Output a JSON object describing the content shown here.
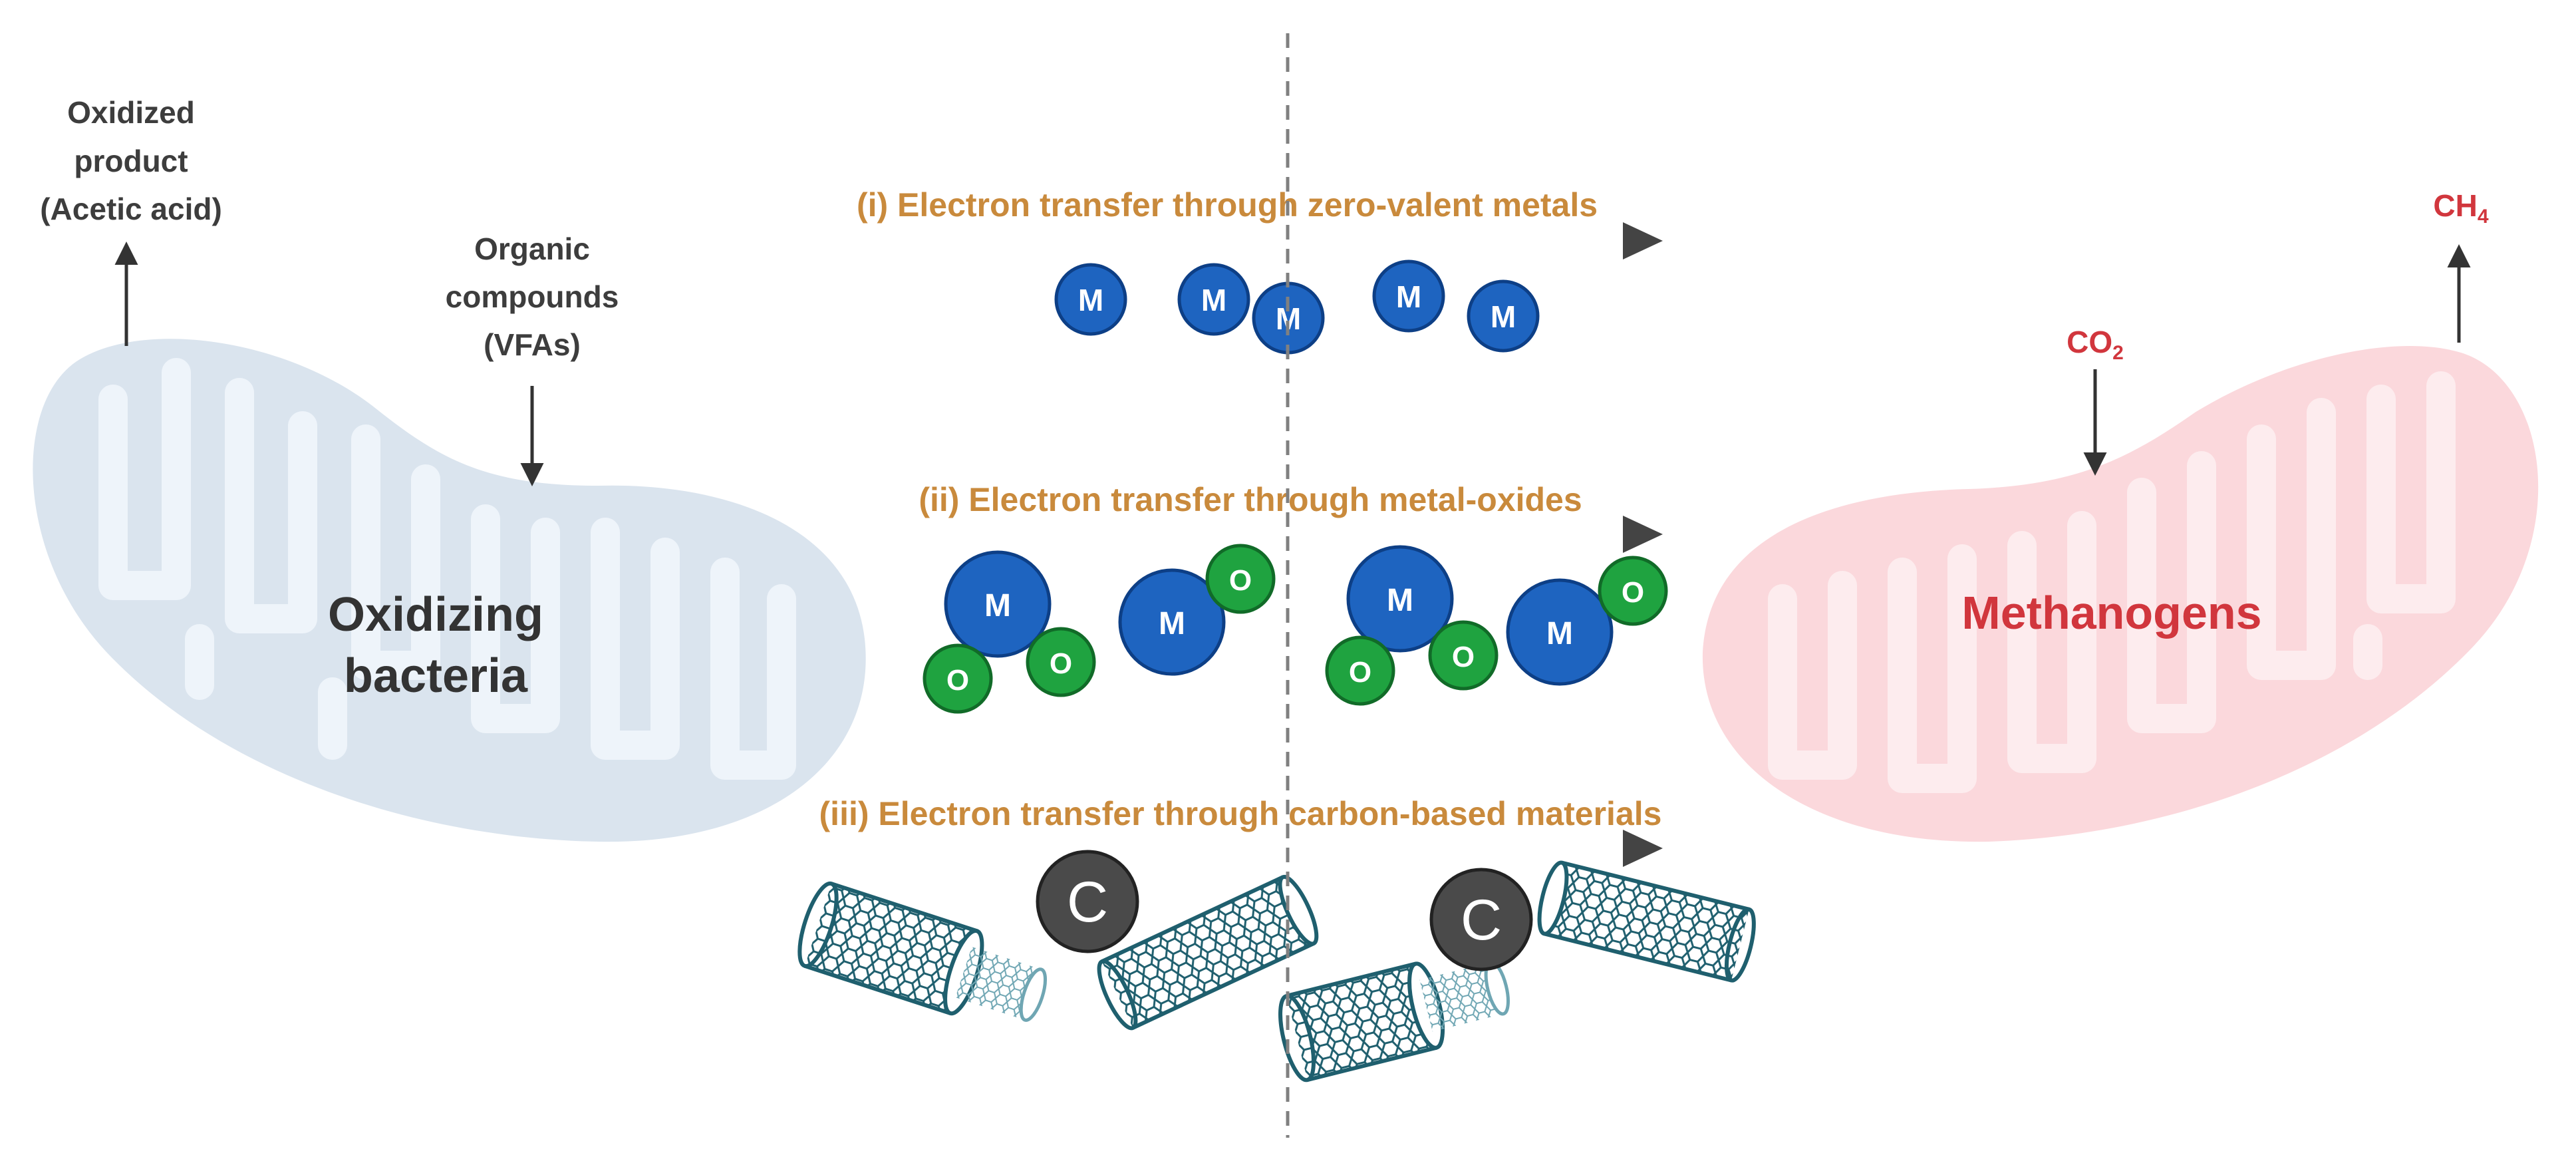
{
  "left_cell": {
    "name_line1": "Oxidizing",
    "name_line2": "bacteria",
    "product_lines": [
      "Oxidized",
      "product",
      "(Acetic acid)"
    ],
    "substrate_lines": [
      "Organic",
      "compounds",
      "(VFAs)"
    ]
  },
  "right_cell": {
    "name": "Methanogens",
    "input": "CO",
    "input_sub": "2",
    "output": "CH",
    "output_sub": "4"
  },
  "pathways": {
    "zero_valent": {
      "label": "(i) Electron transfer through zero-valent metals",
      "metal_symbol": "M"
    },
    "metal_oxides": {
      "label": "(ii) Electron transfer through metal-oxides",
      "metal_symbol": "M",
      "oxygen_symbol": "O"
    },
    "carbon": {
      "label": "(iii) Electron transfer through carbon-based materials",
      "carbon_symbol": "C"
    }
  },
  "colors": {
    "left_cell": "#dae4ee",
    "left_cristae": "#eef4fa",
    "right_cell": "#fbd8dc",
    "right_cristae": "#fdecee",
    "metal": "#1e64c0",
    "oxygen": "#1fa340",
    "carbon": "#4a4a4a",
    "nanotube": "#1f5f6e",
    "label_orange": "#c98a3c",
    "label_red": "#d1363d",
    "arrow": "#444444",
    "text_dark": "#3d3d3d"
  }
}
